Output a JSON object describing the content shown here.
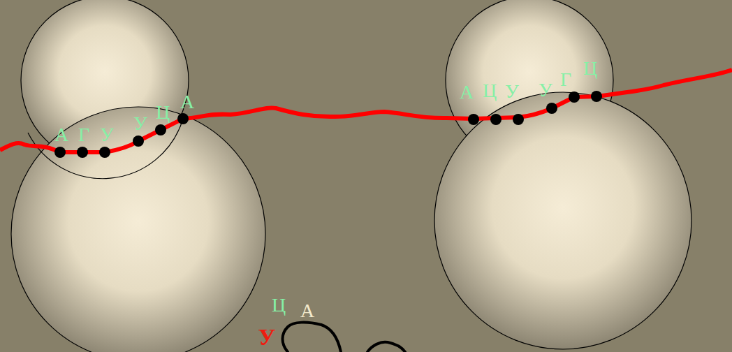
{
  "diagram": {
    "labels": [
      "А",
      "Г",
      "У",
      "У",
      "Ц",
      "А",
      "А",
      "Ц",
      "У",
      "У",
      "Г",
      "Ц",
      "Ц",
      "А",
      "У"
    ]
  }
}
